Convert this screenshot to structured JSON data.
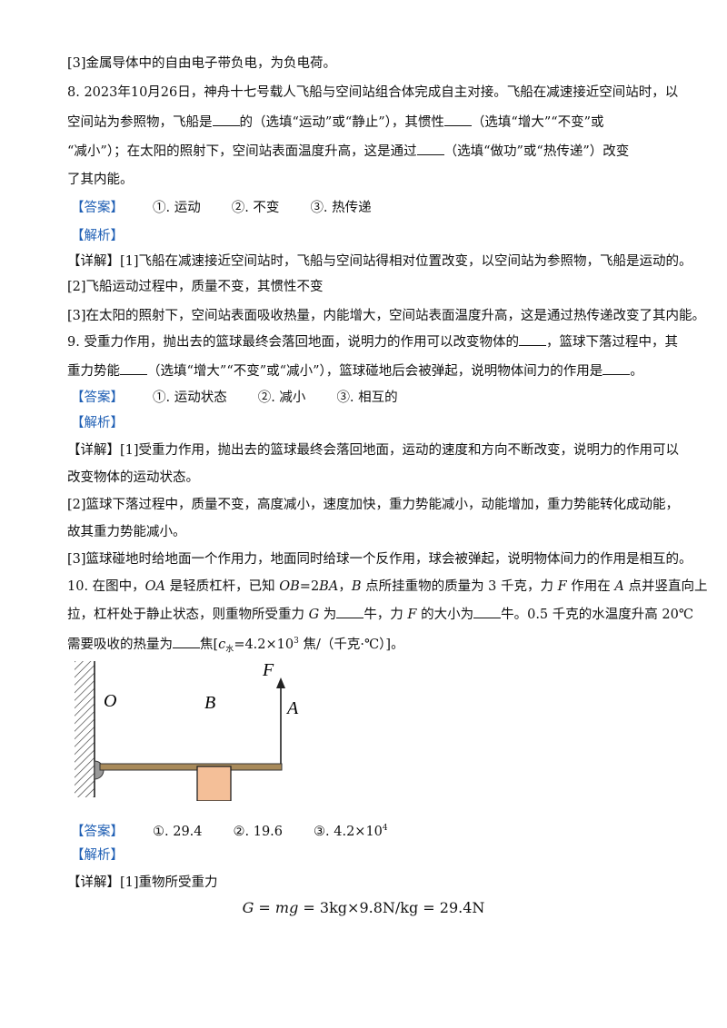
{
  "lines": [
    "[3]金属导体中的自由电子带负电，为负电荷。",
    "8. 2023年10月26日，神舟十七号载人飞船与空间站组合体完成自主对接。飞船在减速接近空间站时，以",
    "空间站为参照物，飞船是",
    "的（选填“运动”或“静止”），其惯性",
    "（选填“增大”“不变”或",
    "“减小”）；在太阳的照射下，空间站表面温度升高，这是通过",
    "（选填“做功”或“热传递”）改变",
    "了其内能。"
  ],
  "q8": {
    "answer_label": "【答案】",
    "answers": [
      "①. 运动",
      "②. 不变",
      "③. 热传递"
    ],
    "analysis_label": "【解析】",
    "detail": [
      "【详解】[1]飞船在减速接近空间站时，飞船与空间站得相对位置改变，以空间站为参照物，飞船是运动的。",
      "[2]飞船运动过程中，质量不变，其惯性不变",
      "[3]在太阳的照射下，空间站表面吸收热量，内能增大，空间站表面温度升高，这是通过热传递改变了其内能。"
    ]
  },
  "q9": {
    "stem1a": "9. 受重力作用，抛出去的篮球最终会落回地面，说明力的作用可以改变物体的",
    "stem1b": "，篮球下落过程中，其",
    "stem2a": "重力势能",
    "stem2b": "（选填“增大”“不变”或“减小”），篮球碰地后会被弹起，说明物体间力的作用是",
    "stem2c": "。",
    "answer_label": "【答案】",
    "answers": [
      "①. 运动状态",
      "②. 减小",
      "③. 相互的"
    ],
    "analysis_label": "【解析】",
    "detail": [
      "【详解】[1]受重力作用，抛出去的篮球最终会落回地面，运动的速度和方向不断改变，说明力的作用可以",
      "改变物体的运动状态。",
      "[2]篮球下落过程中，质量不变，高度减小，速度加快，重力势能减小，动能增加，重力势能转化成动能，",
      "故其重力势能减小。",
      "[3]篮球碰地时给地面一个作用力，地面同时给球一个反作用，球会被弹起，说明物体间力的作用是相互的。"
    ]
  },
  "q10": {
    "stem1": [
      "10. 在图中，",
      "OA",
      " 是轻质杠杆，已知 ",
      "OB",
      "=2",
      "BA",
      "，",
      "B",
      " 点所挂重物的质量为 3 千克，力 ",
      "F",
      " 作用在 ",
      "A",
      " 点并竖直向上"
    ],
    "stem2a": "拉，杠杆处于静止状态，则重物所受重力 ",
    "stem2b": "G",
    "stem2c": " 为",
    "stem2d": "牛，力 ",
    "stem2e": "F",
    "stem2f": " 的大小为",
    "stem2g": "牛。0.5 千克的水温度升高 20℃",
    "stem3a": "需要吸收的热量为",
    "stem3b": "焦[",
    "stem3c": "c",
    "stem3d": "水",
    "stem3e": "=4.2×10",
    "stem3f": "3",
    "stem3g": " 焦/（千克·℃）]。",
    "figure": {
      "label_F": "F",
      "label_O": "O",
      "label_B": "B",
      "label_A": "A"
    },
    "answer_label": "【答案】",
    "answers": [
      "①. 29.4",
      "②. 19.6",
      "③. 4.2×10"
    ],
    "answer3_exp": "4",
    "analysis_label": "【解析】",
    "detail": "【详解】[1]重物所受重力",
    "formula": {
      "lhs": "G = mg",
      "rhs": " = 3kg×9.8N/kg = 29.4N"
    }
  },
  "colors": {
    "accent": "#1f5fb4",
    "weight_fill": "#f4bf98",
    "rod": "#a88a5a"
  }
}
